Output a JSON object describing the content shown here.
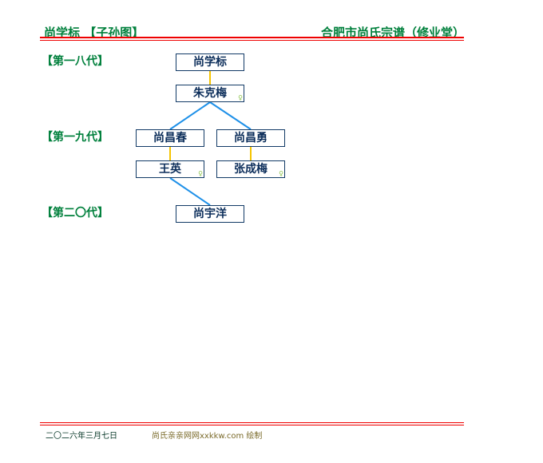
{
  "header": {
    "title": "尚学标 【子孙图】",
    "site": "合肥市尚氏宗谱（修业堂）"
  },
  "generations": [
    "【第一八代】",
    "【第一九代】",
    "【第二〇代】"
  ],
  "persons": [
    {
      "name": "尚学标",
      "female": false
    },
    {
      "name": "朱克梅",
      "female": true
    },
    {
      "name": "尚昌春",
      "female": false
    },
    {
      "name": "尚昌勇",
      "female": false
    },
    {
      "name": "王英",
      "female": true
    },
    {
      "name": "张成梅",
      "female": true
    },
    {
      "name": "尚宇洋",
      "female": false
    }
  ],
  "female_symbol": "♀",
  "colors": {
    "spouse_line": "#f5c400",
    "child_line": "#1e90e8"
  },
  "footer": {
    "date": "二〇二六年三月七日",
    "credit": "尚氏亲亲网网xxkkw.com 绘制"
  }
}
